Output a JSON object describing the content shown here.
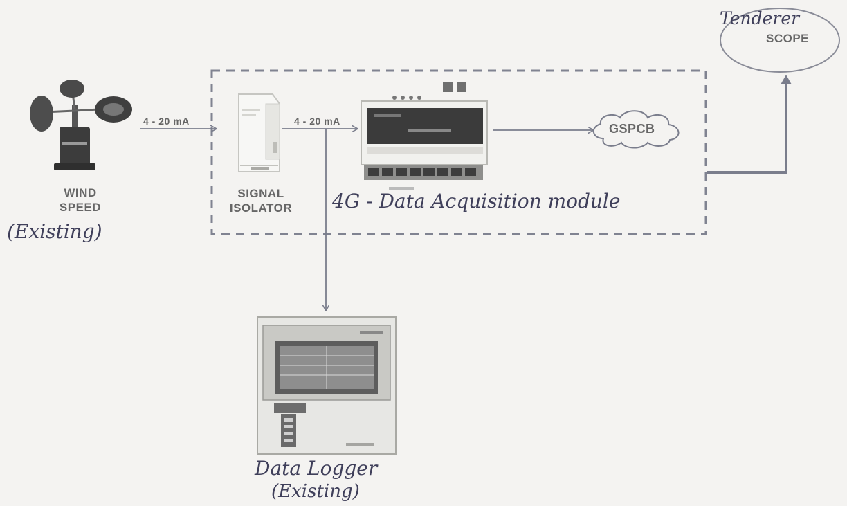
{
  "sensor": {
    "title_line1": "WIND",
    "title_line2": "SPEED",
    "status": "(Existing)",
    "icon": "anemometer-icon"
  },
  "signals": {
    "sensor_to_isolator": "4 - 20 mA",
    "isolator_to_module": "4 - 20 mA"
  },
  "isolator": {
    "title_line1": "SIGNAL",
    "title_line2": "ISOLATOR",
    "icon": "din-rail-isolator-icon"
  },
  "module": {
    "label": "4G - Data Acquisition module",
    "icon": "data-acquisition-module-icon"
  },
  "cloud": {
    "label": "GSPCB",
    "icon": "cloud-icon"
  },
  "scope": {
    "line1": "Tenderer",
    "line2": "SCOPE"
  },
  "logger": {
    "line1": "Data Logger",
    "line2": "(Existing)",
    "icon": "data-logger-panel-icon"
  },
  "colors": {
    "line": "#7a7d8c",
    "text": "#666666",
    "handwriting": "#3f3f5a",
    "background": "#f4f3f1"
  }
}
